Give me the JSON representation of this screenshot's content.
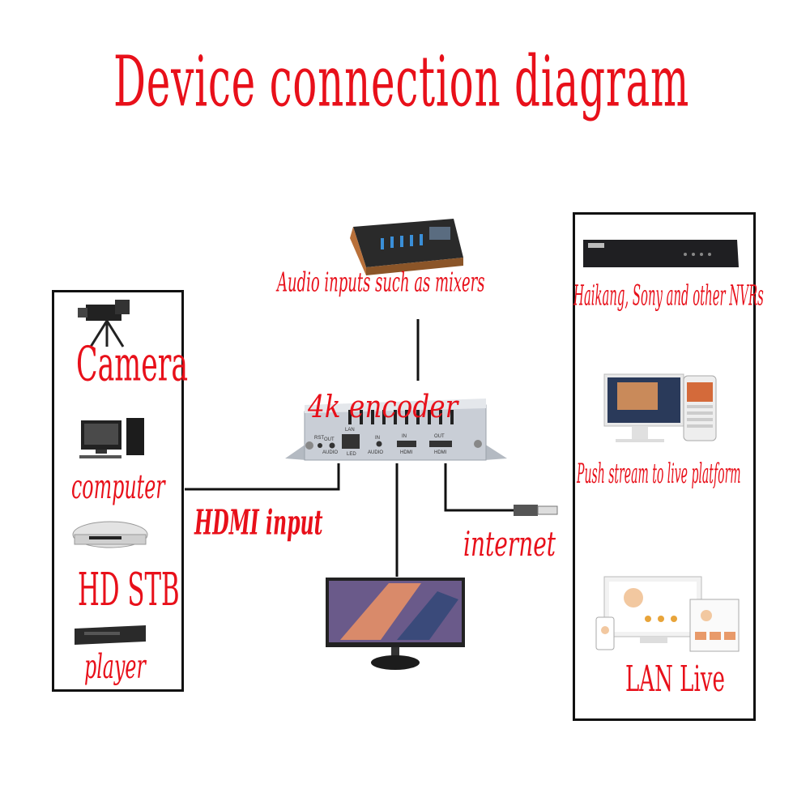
{
  "title": "Device connection diagram",
  "encoder": {
    "label": "4k encoder",
    "port_labels": {
      "rst": "RST",
      "out": "OUT",
      "audio_out": "AUDIO",
      "lan": "LAN",
      "led": "LED",
      "in": "IN",
      "audio_in": "AUDIO",
      "hdmi_in_top": "IN",
      "hdmi_in": "HDMI",
      "hdmi_out_top": "OUT",
      "hdmi_out": "HDMI"
    }
  },
  "mixer": {
    "label": "Audio inputs such as mixers"
  },
  "left_devices": [
    {
      "label": "Camera",
      "icon": "camera-icon"
    },
    {
      "label": "computer",
      "icon": "computer-icon"
    },
    {
      "label": "HD STB",
      "icon": "settop-box-icon"
    },
    {
      "label": "player",
      "icon": "dvd-player-icon"
    }
  ],
  "right_devices": [
    {
      "label": "Haikang, Sony and other NVRs",
      "icon": "nvr-icon"
    },
    {
      "label": "Push stream to live platform",
      "icon": "live-platform-icon"
    },
    {
      "label": "LAN Live",
      "icon": "lan-live-icon"
    }
  ],
  "connections": {
    "hdmi_input": "HDMI input",
    "internet": "internet"
  },
  "colors": {
    "label_red": "#e8101a",
    "line": "#111111",
    "encoder_body": "#c9ced6"
  }
}
